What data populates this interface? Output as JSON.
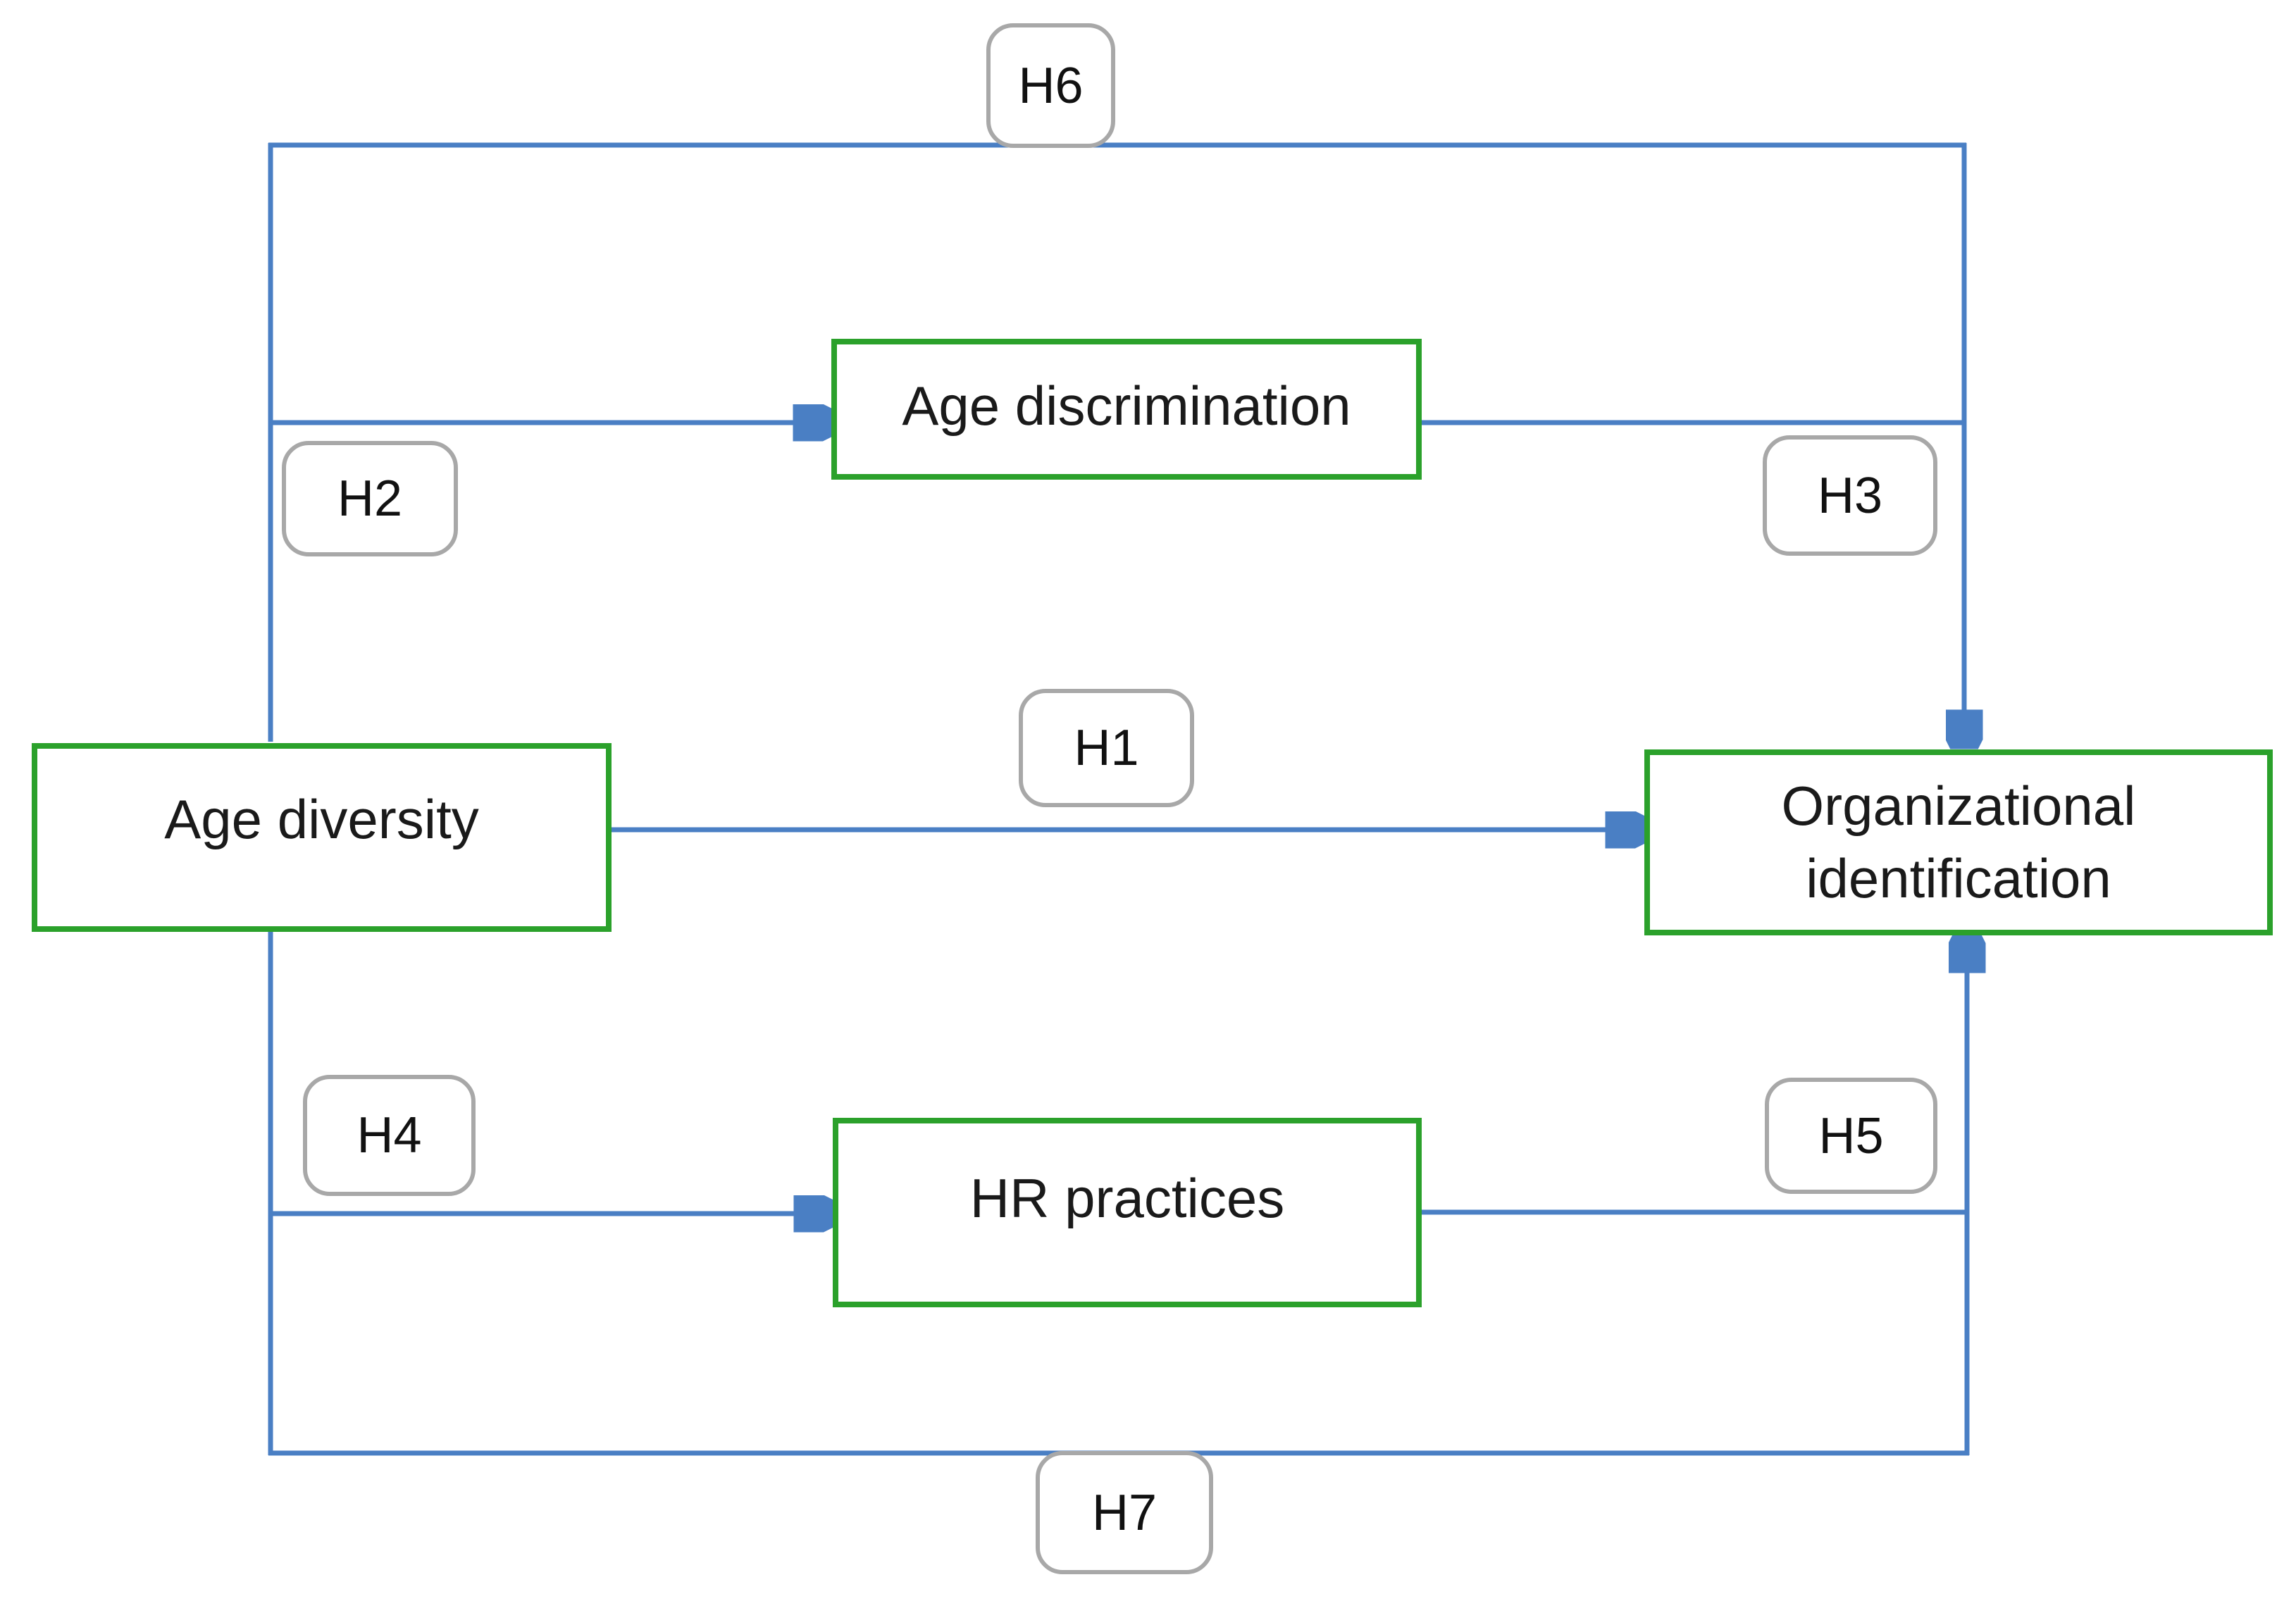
{
  "figure": {
    "type": "conceptual-model-diagram",
    "background": "#ffffff",
    "nodes": {
      "age_diversity": {
        "label": "Age diversity"
      },
      "age_discrimination": {
        "label": "Age discrimination"
      },
      "hr_practices": {
        "label": "HR practices"
      },
      "organizational_identification": {
        "label": "Organizational identification",
        "line1": "Organizational",
        "line2": "identification"
      }
    },
    "hypotheses": {
      "h1": {
        "label": "H1",
        "from": "Age diversity",
        "to": "Organizational identification",
        "path": "direct horizontal arrow"
      },
      "h2": {
        "label": "H2",
        "from": "Age diversity",
        "to": "Age discrimination",
        "path": "up left side then right arrow"
      },
      "h3": {
        "label": "H3",
        "from": "Age discrimination",
        "to": "Organizational identification",
        "path": "right then down arrow"
      },
      "h4": {
        "label": "H4",
        "from": "Age diversity",
        "to": "HR practices",
        "path": "down left side then right arrow"
      },
      "h5": {
        "label": "H5",
        "from": "HR practices",
        "to": "Organizational identification",
        "path": "right then up arrow"
      },
      "h6": {
        "label": "H6",
        "from": "Age diversity",
        "to": "Organizational identification",
        "path": "over the top, down into top edge"
      },
      "h7": {
        "label": "H7",
        "from": "Age diversity",
        "to": "Organizational identification",
        "path": "under the bottom, up into bottom edge"
      }
    },
    "colors": {
      "node_border": "#2ba12b",
      "connector_line": "#4a7fc4",
      "arrowhead": "#2b72c0",
      "hypothesis_border": "#a8a8a8",
      "text": "#1a1a1a"
    }
  }
}
